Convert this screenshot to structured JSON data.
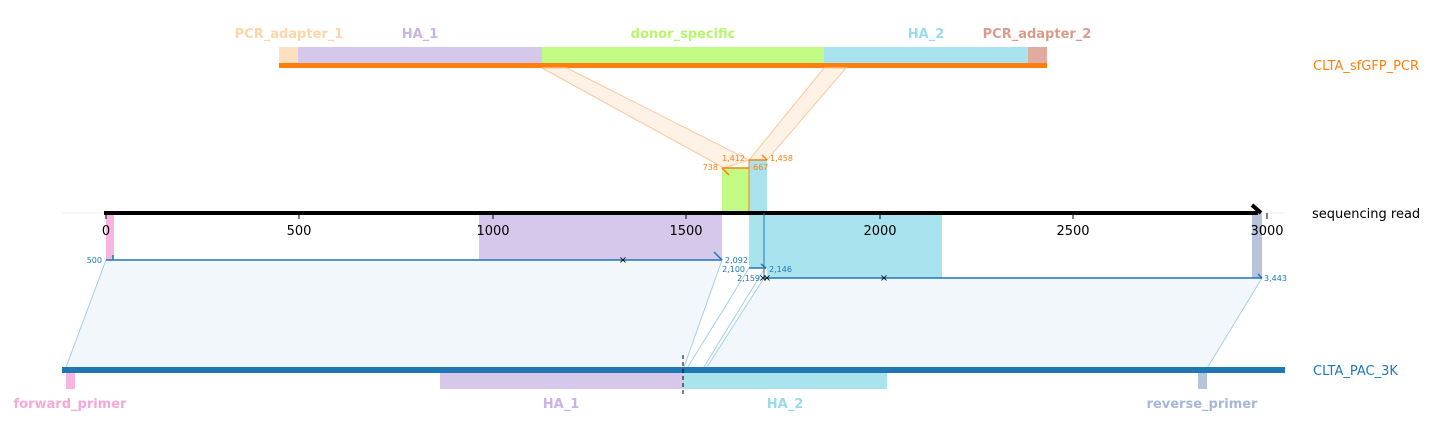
{
  "references": {
    "top": {
      "name": "CLTA_sfGFP_PCR",
      "color": "#ff7f0e",
      "features": [
        {
          "label": "PCR_adapter_1",
          "color": "#fdd5a8"
        },
        {
          "label": "HA_1",
          "color": "#c8b4e6"
        },
        {
          "label": "donor_specific",
          "color": "#b8f56f"
        },
        {
          "label": "HA_2",
          "color": "#96dcea"
        },
        {
          "label": "PCR_adapter_2",
          "color": "#db9b8b"
        }
      ]
    },
    "bottom": {
      "name": "CLTA_PAC_3K",
      "color": "#1f77b4",
      "features": [
        {
          "label": "forward_primer",
          "color": "#f7a8d8"
        },
        {
          "label": "HA_1",
          "color": "#c8b4e6"
        },
        {
          "label": "HA_2",
          "color": "#96dcea"
        },
        {
          "label": "reverse_primer",
          "color": "#a6b8d8"
        }
      ]
    }
  },
  "read": {
    "name": "sequencing read",
    "ticks": [
      "0",
      "500",
      "1000",
      "1500",
      "2000",
      "2500",
      "3000"
    ]
  },
  "alignment_labels": {
    "donor": {
      "a": "738",
      "b": "1,412",
      "c": "1,458",
      "d": "667"
    },
    "left": {
      "start": "500",
      "end": "2,092"
    },
    "right": {
      "a": "2,100",
      "b": "2,146",
      "c": "2,159",
      "end": "3,443"
    }
  }
}
